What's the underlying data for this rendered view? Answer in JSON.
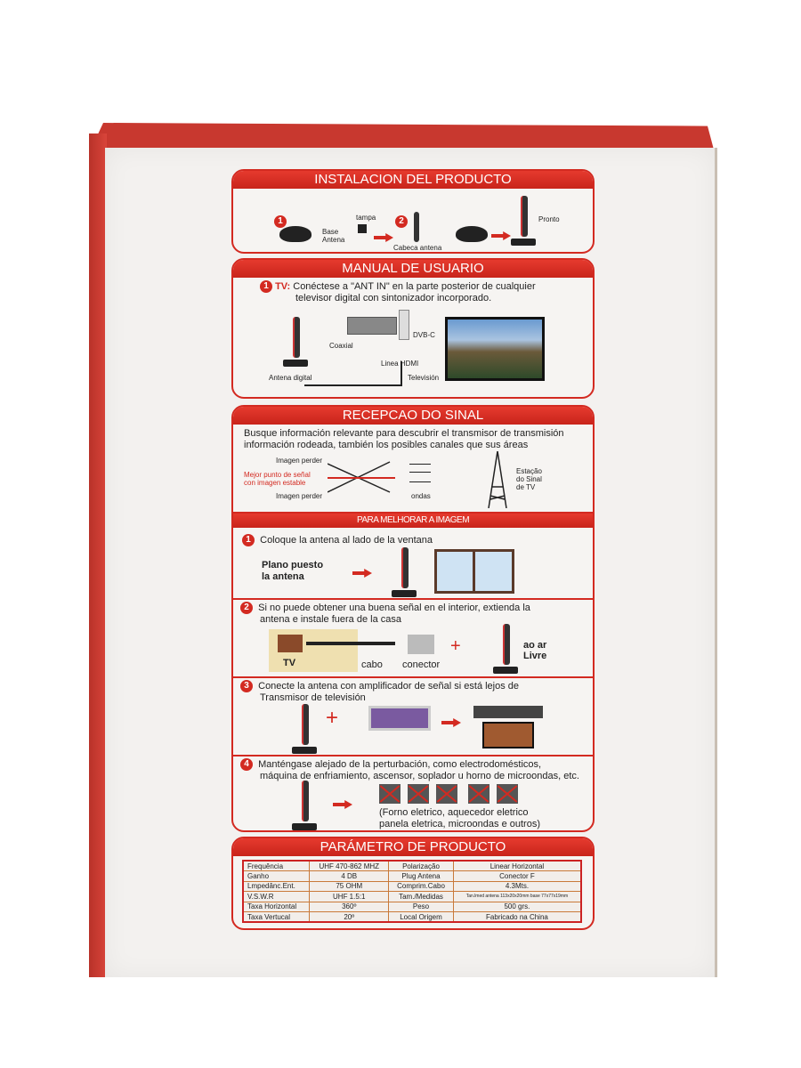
{
  "installation": {
    "title": "INSTALACION DEL PRODUCTO",
    "step1": "1",
    "step2": "2",
    "base": "Base\nAntena",
    "tampa": "tampa",
    "head": "Cabeca antena",
    "ready": "Pronto"
  },
  "manual": {
    "title": "MANUAL DE USUARIO",
    "num": "1",
    "tv": "TV:",
    "text1": "Conéctese a \"ANT IN\" en la parte posterior de cualquier",
    "text2": "televisor digital con sintonizador incorporado.",
    "coaxial": "Coaxial",
    "dvbc": "DVB-C",
    "hdmi": "Linea HDMI",
    "antenna": "Antena digital",
    "television": "Televisión"
  },
  "reception": {
    "title": "RECEPCAO DO SINAL",
    "text1": "Busque información relevante para descubrir el transmisor de transmisión",
    "text2": "información rodeada, también los posibles canales que sus áreas",
    "lose_top": "Imagen perder",
    "best1": "Mejor punto de señal",
    "best2": "con imagen estable",
    "lose_bottom": "Imagen perder",
    "waves": "ondas",
    "station": "Estação\ndo Sinal\nde TV"
  },
  "improve": {
    "title": "PARA MELHORAR A IMAGEM",
    "steps": [
      {
        "num": "1",
        "text": "Coloque la antena al lado de la ventana",
        "label": "Plano puesto\nla antena"
      },
      {
        "num": "2",
        "text1": "Si no puede obtener una buena señal en el interior, extienda la",
        "text2": "antena e instale fuera de la casa",
        "tv": "TV",
        "cable": "cabo",
        "connector": "conector",
        "outdoor": "ao ar\nLivre"
      },
      {
        "num": "3",
        "text1": "Conecte la antena con amplificador de señal si está lejos de",
        "text2": "Transmisor de televisión"
      },
      {
        "num": "4",
        "text1": "Manténgase alejado de la perturbación, como electrodomésticos,",
        "text2": "máquina de enfriamiento, ascensor, soplador u horno de microondas, etc.",
        "note1": "(Forno eletrico, aquecedor eletrico",
        "note2": "panela eletrica, microondas e outros)"
      }
    ]
  },
  "params": {
    "title": "PARÁMETRO DE PRODUCTO",
    "rows": [
      [
        "Frequência",
        "UHF 470-862 MHZ",
        "Polarização",
        "Linear Horizontal"
      ],
      [
        "Ganho",
        "4 DB",
        "Plug Antena",
        "Conector F"
      ],
      [
        "Lmpedânc.Ent.",
        "75 OHM",
        "Comprim.Cabo",
        "4.3Mts."
      ],
      [
        "V.S.W.R",
        "UHF 1.5:1",
        "Tam./Medidas",
        "Tan.lmed antena 113x20x20mm base 77x77x19mm"
      ],
      [
        "Taxa Horizontal",
        "360º",
        "Peso",
        "500 grs."
      ],
      [
        "Taxa Vertucal",
        "20º",
        "Local Origem",
        "Fabricado na China"
      ]
    ]
  }
}
